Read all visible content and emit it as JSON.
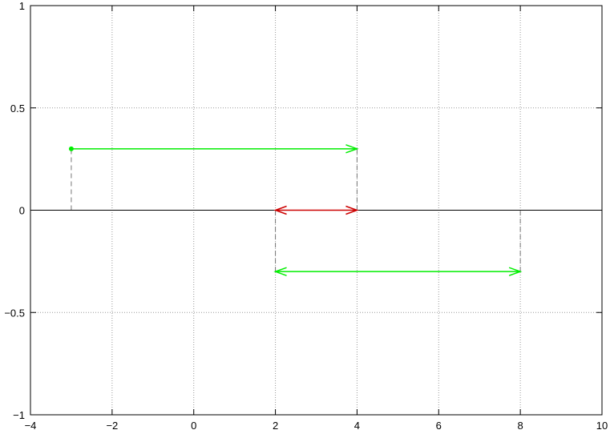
{
  "chart_data": {
    "type": "line",
    "title": "",
    "xlabel": "",
    "ylabel": "",
    "xlim": [
      -4,
      10
    ],
    "ylim": [
      -1,
      1
    ],
    "grid": true,
    "x_ticks": [
      -4,
      -2,
      0,
      2,
      4,
      6,
      8,
      10
    ],
    "y_ticks": [
      -1,
      -0.5,
      0,
      0.5,
      1
    ],
    "x_tick_labels": [
      "−4",
      "−2",
      "0",
      "2",
      "4",
      "6",
      "8",
      "10"
    ],
    "y_tick_labels": [
      "−1",
      "−0.5",
      "0",
      "0.5",
      "1"
    ],
    "baseline_y": 0,
    "arrows": [
      {
        "x1": -3,
        "y1": 0.3,
        "x2": 4,
        "y2": 0.3,
        "color": "#00ee00",
        "head_start": "dot",
        "head_end": "arrow"
      },
      {
        "x1": 2,
        "y1": 0,
        "x2": 4,
        "y2": 0,
        "color": "#cc0000",
        "head_start": "arrow",
        "head_end": "arrow"
      },
      {
        "x1": 2,
        "y1": -0.3,
        "x2": 8,
        "y2": -0.3,
        "color": "#00ee00",
        "head_start": "arrow",
        "head_end": "arrow"
      }
    ],
    "dashed_guides": [
      {
        "x": -3,
        "y1": 0,
        "y2": 0.3
      },
      {
        "x": 4,
        "y1": 0,
        "y2": 0.3
      },
      {
        "x": 2,
        "y1": -0.3,
        "y2": 0
      },
      {
        "x": 8,
        "y1": -0.3,
        "y2": 0
      }
    ]
  }
}
